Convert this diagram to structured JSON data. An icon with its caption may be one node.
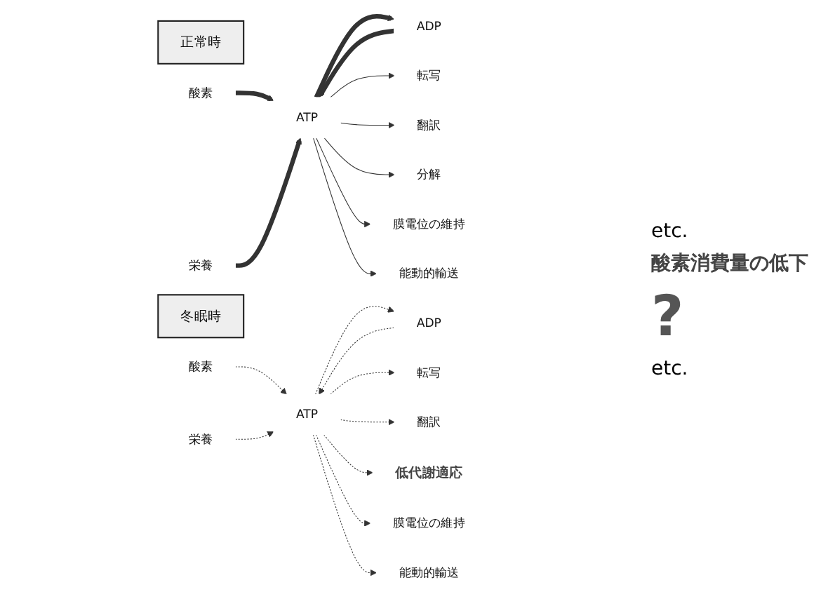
{
  "diagram": {
    "nodes": [
      {
        "text": [
          "正常時"
        ]
      },
      {
        "text": [
          "酸素"
        ]
      },
      {
        "text": [
          "栄養"
        ]
      },
      {
        "text": [
          "ATP"
        ]
      },
      {
        "text": [
          "ADP"
        ]
      },
      {
        "text": [
          "転写"
        ]
      },
      {
        "text": [
          "翻訳"
        ]
      },
      {
        "text": [
          "分解"
        ]
      },
      {
        "text": [
          "膜電位の維持"
        ]
      },
      {
        "text": [
          "能動的輸送"
        ]
      },
      {
        "text": [
          "冬眠時"
        ]
      },
      {
        "text": [
          "酸素"
        ]
      },
      {
        "text": [
          "栄養"
        ]
      },
      {
        "text": [
          "ATP"
        ]
      },
      {
        "text": [
          "ADP"
        ]
      },
      {
        "text": [
          "転写"
        ]
      },
      {
        "text": [
          "翻訳"
        ]
      },
      {
        "text": [
          "低代謝適応"
        ]
      },
      {
        "text": [
          "膜電位の維持"
        ]
      },
      {
        "text": [
          "能動的輸送"
        ]
      }
    ],
    "edges": [
      {
        "from": 1,
        "to": 3,
        "arrow": "to",
        "style": "thick"
      },
      {
        "from": 2,
        "to": 3,
        "arrow": "to",
        "style": "thick"
      },
      {
        "from": 4,
        "to": 3,
        "arrow": "to",
        "style": "thick"
      },
      {
        "from": 3,
        "to": 4,
        "arrow": "to",
        "style": "thick"
      },
      {
        "from": 3,
        "to": 5,
        "arrow": "to"
      },
      {
        "from": 3,
        "to": 6,
        "arrow": "to"
      },
      {
        "from": 3,
        "to": 7,
        "arrow": "to"
      },
      {
        "from": 3,
        "to": 8,
        "arrow": "to"
      },
      {
        "from": 3,
        "to": 9,
        "arrow": "to"
      },
      {
        "from": 11,
        "to": 13,
        "arrow": "to",
        "style": "dashed"
      },
      {
        "from": 12,
        "to": 13,
        "arrow": "to",
        "style": "dashed"
      },
      {
        "from": 14,
        "to": 13,
        "arrow": "to",
        "style": "dashed"
      },
      {
        "from": 13,
        "to": 14,
        "arrow": "to",
        "style": "dashed"
      },
      {
        "from": 13,
        "to": 15,
        "arrow": "to",
        "style": "dashed"
      },
      {
        "from": 13,
        "to": 16,
        "arrow": "to",
        "style": "dashed"
      },
      {
        "from": 13,
        "to": 17,
        "arrow": "to",
        "style": "dashed"
      },
      {
        "from": 13,
        "to": 18,
        "arrow": "to",
        "style": "dashed"
      },
      {
        "from": 13,
        "to": 19,
        "arrow": "to",
        "style": "dashed"
      }
    ],
    "labels": [
      "etc.",
      "酸素消費量の低下",
      "?",
      "etc."
    ]
  }
}
